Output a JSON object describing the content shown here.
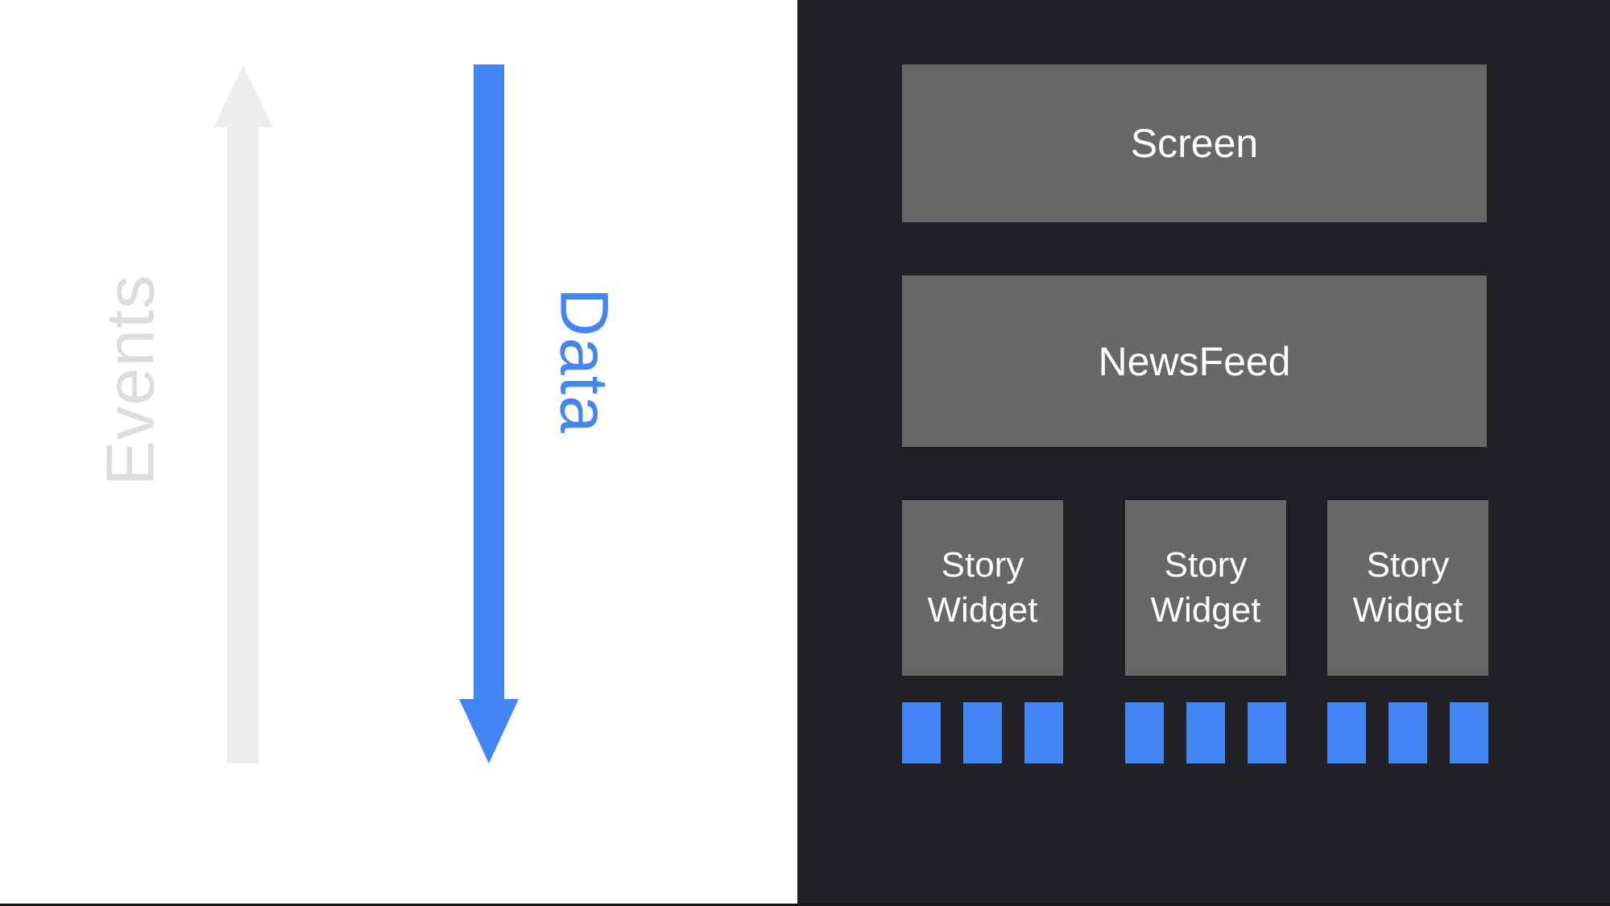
{
  "slide": {
    "left_section": {
      "background": "#ffffff",
      "events_label": "Events",
      "events_text_color": "#dcdcdc",
      "events_arrow_color": "#ececec",
      "events_arrow_direction": "up",
      "data_label": "Data",
      "data_text_color": "#4285f4",
      "data_arrow_color": "#4285f4",
      "data_arrow_direction": "down"
    },
    "widget_tree": {
      "background": "#202125",
      "node_color": "#676767",
      "node_text_color": "#ffffff",
      "accent_color": "#4285f4",
      "screen_label": "Screen",
      "newsfeed_label": "NewsFeed",
      "story_widgets": [
        {
          "label": "Story Widget",
          "data_squares": 3
        },
        {
          "label": "Story Widget",
          "data_squares": 3
        },
        {
          "label": "Story Widget",
          "data_squares": 3
        }
      ]
    }
  }
}
